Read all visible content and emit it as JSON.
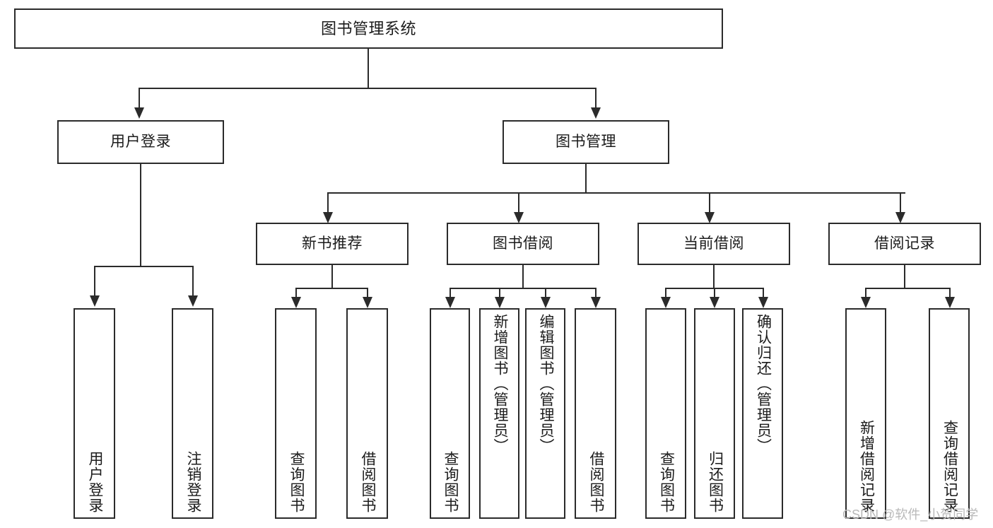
{
  "diagram": {
    "type": "tree",
    "title": "图书管理系统",
    "watermark": "CSDN @软件_小贺同学",
    "colors": {
      "box_border": "#2b2b2b",
      "box_fill": "#ffffff",
      "connector": "#2b2b2b",
      "text": "#1b1b1b",
      "watermark": "#b9b9b9",
      "background": "#ffffff"
    },
    "nodes": {
      "root": {
        "label": "图书管理系统"
      },
      "level2": [
        {
          "id": "user-login",
          "label": "用户登录"
        },
        {
          "id": "book-manage",
          "label": "图书管理"
        }
      ],
      "level3": [
        {
          "id": "new-book-rec",
          "label": "新书推荐"
        },
        {
          "id": "book-borrow",
          "label": "图书借阅"
        },
        {
          "id": "current-borrow",
          "label": "当前借阅"
        },
        {
          "id": "borrow-record",
          "label": "借阅记录"
        }
      ],
      "leaves": {
        "user_login": [
          {
            "id": "leaf-user-login",
            "label": "用户登录"
          },
          {
            "id": "leaf-logout",
            "label": "注销登录"
          }
        ],
        "new_book_rec": [
          {
            "id": "leaf-query-book-1",
            "label": "查询图书"
          },
          {
            "id": "leaf-borrow-book-1",
            "label": "借阅图书"
          }
        ],
        "book_borrow": [
          {
            "id": "leaf-query-book-2",
            "label": "查询图书"
          },
          {
            "id": "leaf-add-book",
            "label": "新增图书（管理员）"
          },
          {
            "id": "leaf-edit-book",
            "label": "编辑图书（管理员）"
          },
          {
            "id": "leaf-borrow-book-2",
            "label": "借阅图书"
          }
        ],
        "current_borrow": [
          {
            "id": "leaf-query-book-3",
            "label": "查询图书"
          },
          {
            "id": "leaf-return-book",
            "label": "归还图书"
          },
          {
            "id": "leaf-confirm-return",
            "label": "确认归还（管理员）"
          }
        ],
        "borrow_record": [
          {
            "id": "leaf-add-record",
            "label": "新增借阅记录"
          },
          {
            "id": "leaf-query-record",
            "label": "查询借阅记录"
          }
        ]
      }
    }
  }
}
